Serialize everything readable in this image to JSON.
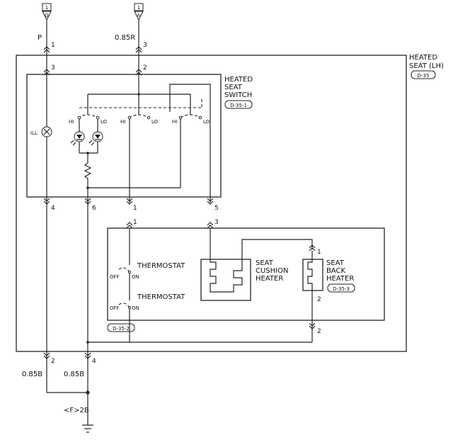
{
  "source": {
    "left": {
      "code": "1",
      "letter": "G"
    },
    "right": {
      "code": "1",
      "letter": "A"
    }
  },
  "wires": {
    "left_top": "P",
    "right_top": "0.85R",
    "bottom_left": "0.85B",
    "bottom_right": "0.85B"
  },
  "pins": {
    "p1": "1",
    "p3": "3",
    "p3b": "3",
    "p2": "2",
    "p4": "4",
    "p6": "6",
    "p1b": "1",
    "p5": "5",
    "h1": "1",
    "h3": "3",
    "hb1": "1",
    "hb2": "2",
    "hb2b": "2",
    "o2": "2",
    "o4": "4"
  },
  "seat": {
    "title_line1": "HEATED",
    "title_line2": "SEAT (LH)",
    "connector": "D-35"
  },
  "switch": {
    "line1": "HEATED",
    "line2": "SEAT",
    "line3": "SWITCH",
    "connector": "D-35-1"
  },
  "switch_labels": {
    "hi1": "HI",
    "lo1": "LO",
    "hi2": "HI",
    "lo2": "LO",
    "hi3": "HI",
    "lo3": "LO",
    "ill": "ILL"
  },
  "thermostats": {
    "t1": "THERMOSTAT",
    "t2": "THERMOSTAT",
    "off1": "OFF",
    "on1": "ON",
    "off2": "OFF",
    "on2": "ON"
  },
  "cushion": {
    "line1": "SEAT",
    "line2": "CUSHION",
    "line3": "HEATER"
  },
  "back": {
    "line1": "SEAT",
    "line2": "BACK",
    "line3": "HEATER",
    "connector": "D-35-3"
  },
  "heater_connector": "D-35-2",
  "ground": "<F>2B"
}
